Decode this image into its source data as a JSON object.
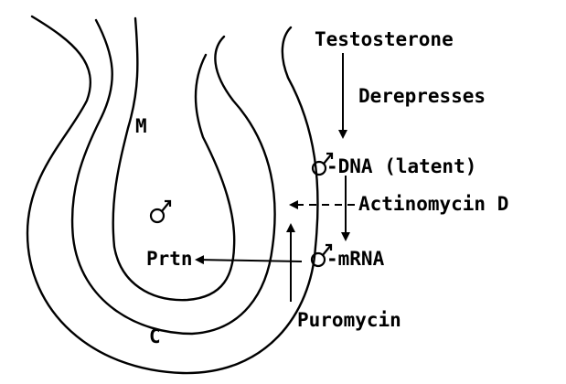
{
  "labels": {
    "testosterone": "Testosterone",
    "derepresses": "Derepresses",
    "dna": "-DNA (latent)",
    "actinomycin": "Actinomycin D",
    "mrna": "-mRNA",
    "puromycin": "Puromycin",
    "protein": "Prtn",
    "m": "M",
    "c": "C"
  },
  "symbols": {
    "male_icon": "male-symbol"
  },
  "colors": {
    "ink": "#000000",
    "background": "#ffffff"
  }
}
